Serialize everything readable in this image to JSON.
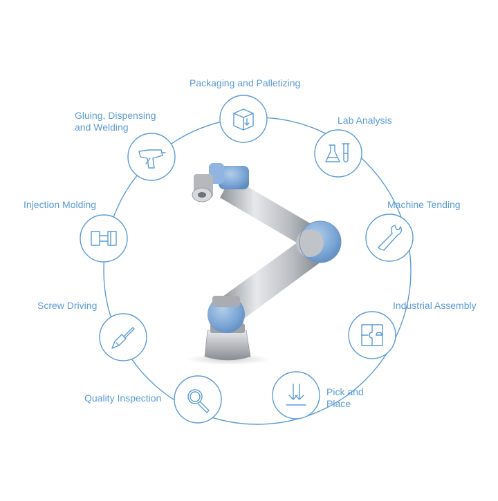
{
  "colors": {
    "accent": "#5b9bd5",
    "text": "#5b9bd5",
    "robot_blue": "#86b0de",
    "robot_metal": "#c9ccd1",
    "background": "#ffffff"
  },
  "applications": [
    {
      "id": "packaging",
      "icon": "box-icon",
      "lines": [
        "Packaging and Palletizing"
      ]
    },
    {
      "id": "lab",
      "icon": "flask-icon",
      "lines": [
        "Lab Analysis"
      ]
    },
    {
      "id": "machine",
      "icon": "wrench-icon",
      "lines": [
        "Machine Tending"
      ]
    },
    {
      "id": "assembly",
      "icon": "puzzle-icon",
      "lines": [
        "Industrial Assembly"
      ]
    },
    {
      "id": "pick",
      "icon": "down-arrows-icon",
      "lines": [
        "Pick and",
        "Place"
      ]
    },
    {
      "id": "quality",
      "icon": "magnifier-icon",
      "lines": [
        "Quality Inspection"
      ]
    },
    {
      "id": "screw",
      "icon": "screwdriver-icon",
      "lines": [
        "Screw Driving"
      ]
    },
    {
      "id": "injection",
      "icon": "mold-icon",
      "lines": [
        "Injection Molding"
      ]
    },
    {
      "id": "gluing",
      "icon": "glue-gun-icon",
      "lines": [
        "Gluing, Dispensing",
        "and Welding"
      ]
    }
  ]
}
